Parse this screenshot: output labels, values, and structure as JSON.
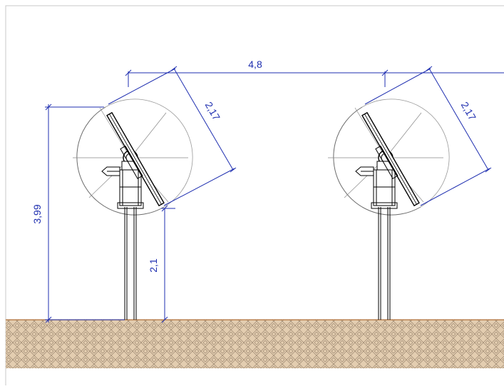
{
  "drawing": {
    "dimensions": {
      "row_spacing": "4,8",
      "panel_length_left": "2,17",
      "panel_length_right": "2,17",
      "total_height": "3,99",
      "lower_edge_height": "2,1"
    },
    "colors": {
      "dimension": "#1f2fb0",
      "structure": "#000000",
      "sweep": "#6b6b6b",
      "ground_fill": "#e3cdb0",
      "ground_hatch": "#9c8770",
      "ground_line": "#b0703a",
      "frame_border": "#c8c8c8"
    }
  }
}
